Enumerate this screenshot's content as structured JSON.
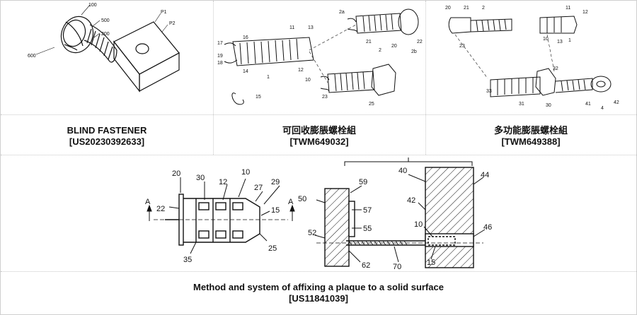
{
  "patents": [
    {
      "title": "BLIND FASTENER",
      "number": "[US20230392633]",
      "labels": [
        "100",
        "500",
        "200",
        "600",
        "P1",
        "P2"
      ]
    },
    {
      "title": "可回收膨脹螺栓組",
      "number": "[TWM649032]",
      "labels": [
        "11",
        "13",
        "16",
        "17",
        "19",
        "18",
        "14",
        "1",
        "12",
        "10",
        "15",
        "2",
        "20",
        "22",
        "21",
        "2a",
        "2b",
        "23",
        "25"
      ]
    },
    {
      "title": "多功能膨脹螺栓組",
      "number": "[TWM649388]",
      "labels": [
        "2",
        "20",
        "21",
        "23",
        "11",
        "12",
        "10",
        "13",
        "1",
        "32",
        "33",
        "31",
        "30",
        "41",
        "42",
        "4"
      ]
    },
    {
      "title": "Method and system of affixing a plaque to a solid surface",
      "number": "[US11841039]",
      "labels": [
        "20",
        "30",
        "12",
        "10",
        "27",
        "29",
        "A",
        "22",
        "15",
        "A",
        "35",
        "25",
        "40",
        "44",
        "42",
        "50",
        "59",
        "57",
        "55",
        "52",
        "10",
        "46",
        "62",
        "70",
        "15"
      ]
    }
  ],
  "colors": {
    "divider": "#c8c8c8",
    "ink": "#111111",
    "frame": "#cfcfcf"
  }
}
